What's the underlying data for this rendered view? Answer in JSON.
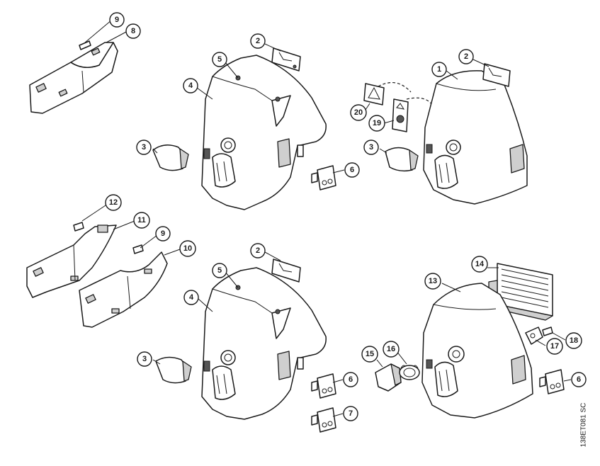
{
  "drawing_code": "138ET081 SC",
  "callouts": [
    "9",
    "8",
    "2",
    "5",
    "4",
    "2",
    "1",
    "20",
    "19",
    "3",
    "6",
    "3",
    "12",
    "11",
    "9",
    "10",
    "2",
    "5",
    "4",
    "3",
    "6",
    "7",
    "14",
    "13",
    "15",
    "16",
    "18",
    "17",
    "6"
  ]
}
